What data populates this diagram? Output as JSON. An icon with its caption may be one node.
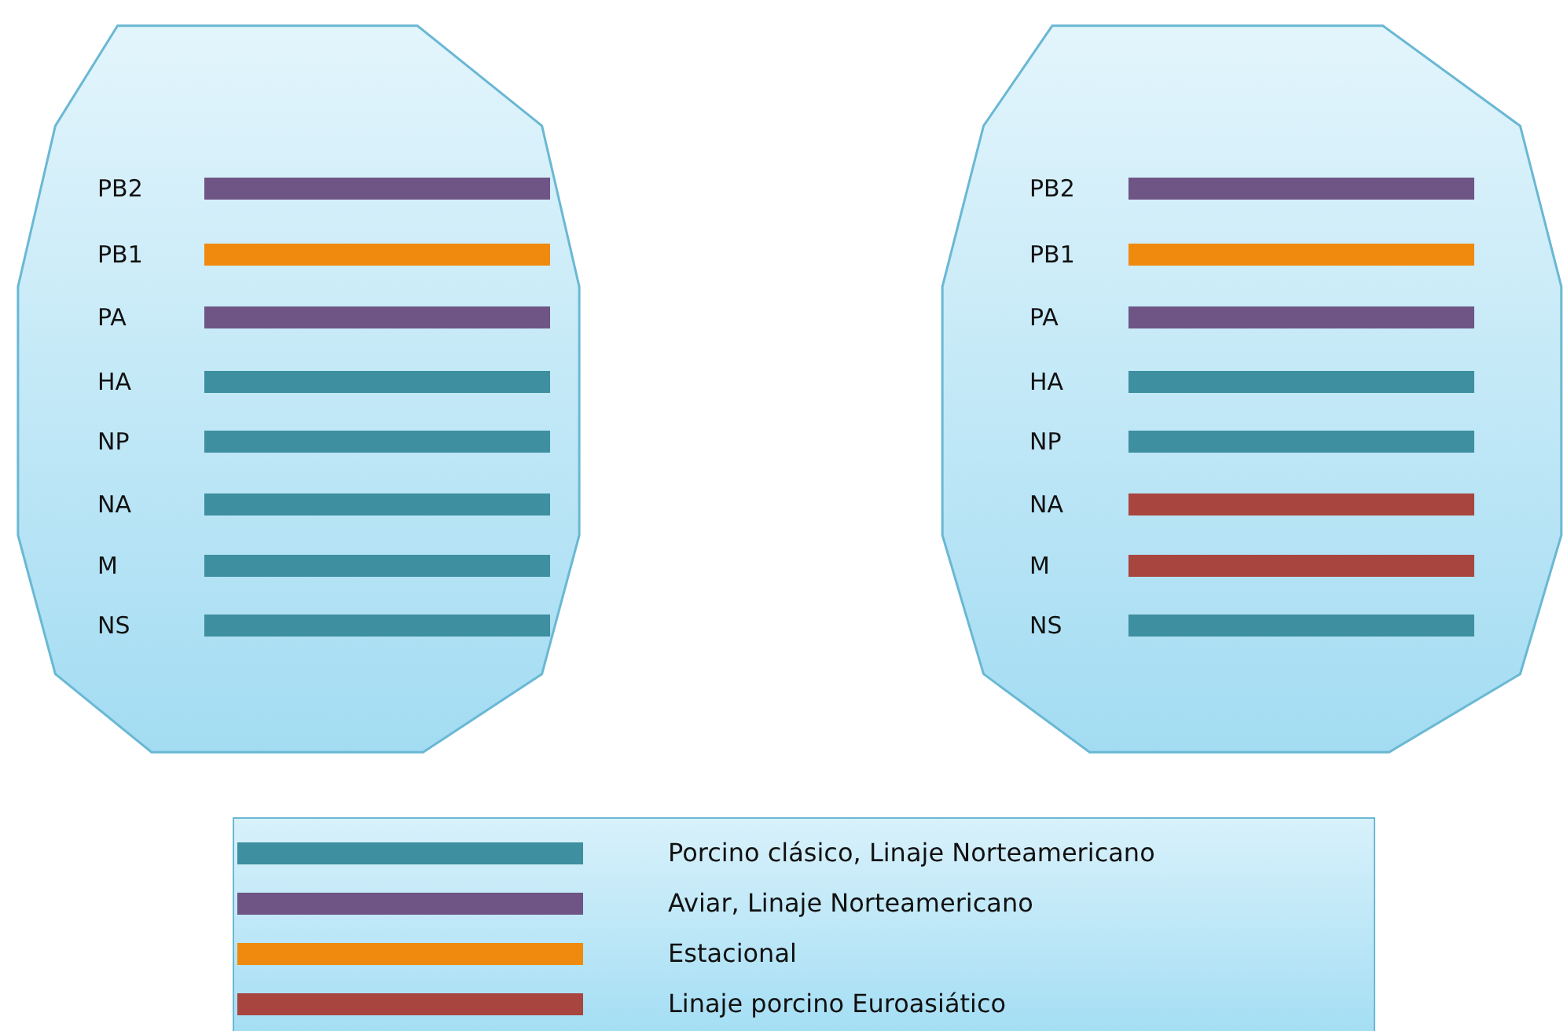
{
  "diagram": {
    "nodes": [
      {
        "text": [],
        "shape": "polygon"
      },
      {
        "text": [
          "PB2"
        ],
        "in": 0
      },
      {
        "text": [
          "PB1"
        ],
        "in": 0
      },
      {
        "text": [
          "PA"
        ],
        "in": 0
      },
      {
        "text": [
          "HA"
        ],
        "in": 0
      },
      {
        "text": [
          "NP"
        ],
        "in": 0
      },
      {
        "text": [
          "NA"
        ],
        "in": 0
      },
      {
        "text": [
          "M"
        ],
        "in": 0
      },
      {
        "text": [
          "NS"
        ],
        "in": 0
      },
      {
        "text": [],
        "shape": "polygon"
      },
      {
        "text": [
          "PB2"
        ],
        "in": 9
      },
      {
        "text": [
          "PB1"
        ],
        "in": 9
      },
      {
        "text": [
          "PA"
        ],
        "in": 9
      },
      {
        "text": [
          "HA"
        ],
        "in": 9
      },
      {
        "text": [
          "NP"
        ],
        "in": 9
      },
      {
        "text": [
          "NA"
        ],
        "in": 9
      },
      {
        "text": [
          "M"
        ],
        "in": 9
      },
      {
        "text": [
          "NS"
        ],
        "in": 9
      }
    ],
    "edges": [],
    "legend": [
      {
        "text": "Porcino clásico, Linaje Norteamericano",
        "color": "#3e8fa0"
      },
      {
        "text": "Aviar, Linaje Norteamericano",
        "color": "#6e5585"
      },
      {
        "text": "Estacional",
        "color": "#f08a0f"
      },
      {
        "text": "Linaje porcino Euroasiático",
        "color": "#a8453f"
      }
    ]
  }
}
